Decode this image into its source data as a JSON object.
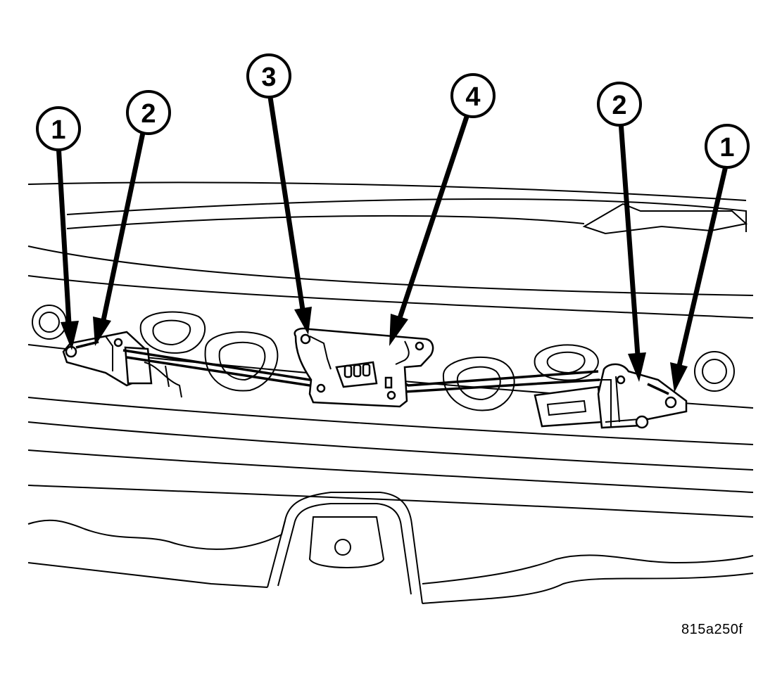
{
  "diagram": {
    "figure_id": "815a250f",
    "callouts": [
      {
        "id": "c1-left",
        "label": "1"
      },
      {
        "id": "c2-left",
        "label": "2"
      },
      {
        "id": "c3",
        "label": "3"
      },
      {
        "id": "c4",
        "label": "4"
      },
      {
        "id": "c2-right",
        "label": "2"
      },
      {
        "id": "c1-right",
        "label": "1"
      }
    ]
  }
}
